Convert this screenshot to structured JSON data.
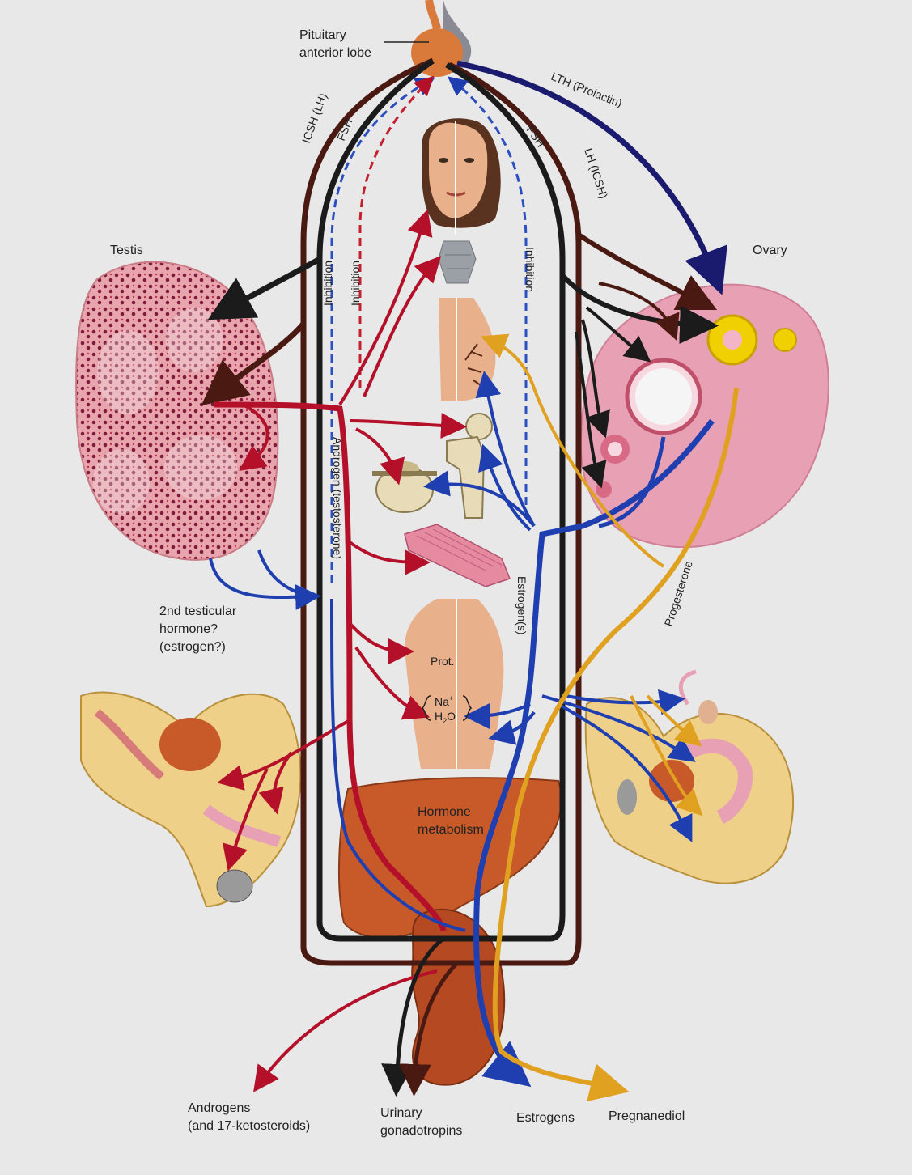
{
  "labels": {
    "pituitary_line1": "Pituitary",
    "pituitary_line2": "anterior lobe",
    "testis": "Testis",
    "ovary": "Ovary",
    "icsh_lh": "ICSH (LH)",
    "fsh_left": "FSH",
    "fsh_right": "FSH",
    "lth": "LTH (Prolactin)",
    "lh_icsh": "LH (ICSH)",
    "inhibition_1": "Inhibition",
    "inhibition_2": "Inhibition",
    "inhibition_3": "Inhibition",
    "androgen": "Androgen (testosterone)",
    "estrogens": "Estrogen(s)",
    "progesterone": "Progesterone",
    "second_hormone_1": "2nd testicular",
    "second_hormone_2": "hormone?",
    "second_hormone_3": "(estrogen?)",
    "prot": "Prot.",
    "na": "Na",
    "h2o": "H",
    "h2o_o": "O",
    "na_sup": "+",
    "h2o_sub": "2",
    "liver_1": "Hormone",
    "liver_2": "metabolism",
    "out_androgens_1": "Androgens",
    "out_androgens_2": "(and 17-ketosteroids)",
    "out_urinary_1": "Urinary",
    "out_urinary_2": "gonadotropins",
    "out_estrogens": "Estrogens",
    "out_pregnanediol": "Pregnanediol"
  },
  "colors": {
    "black_path": "#1b1b1b",
    "brown_path": "#4a1a12",
    "navy_path": "#1a1a6e",
    "red_path": "#b4102a",
    "blue_path": "#1f3fb0",
    "orange_path": "#e0a020",
    "dashed_blue": "#2b4fc0",
    "dashed_red": "#c42030",
    "pituitary": "#d97a3a",
    "testis_fill": "#e8a7a8",
    "ovary_fill": "#e7a0b4",
    "liver_fill": "#c85a2a",
    "kidney_fill": "#b54a22",
    "skin": "#e9b08c"
  }
}
